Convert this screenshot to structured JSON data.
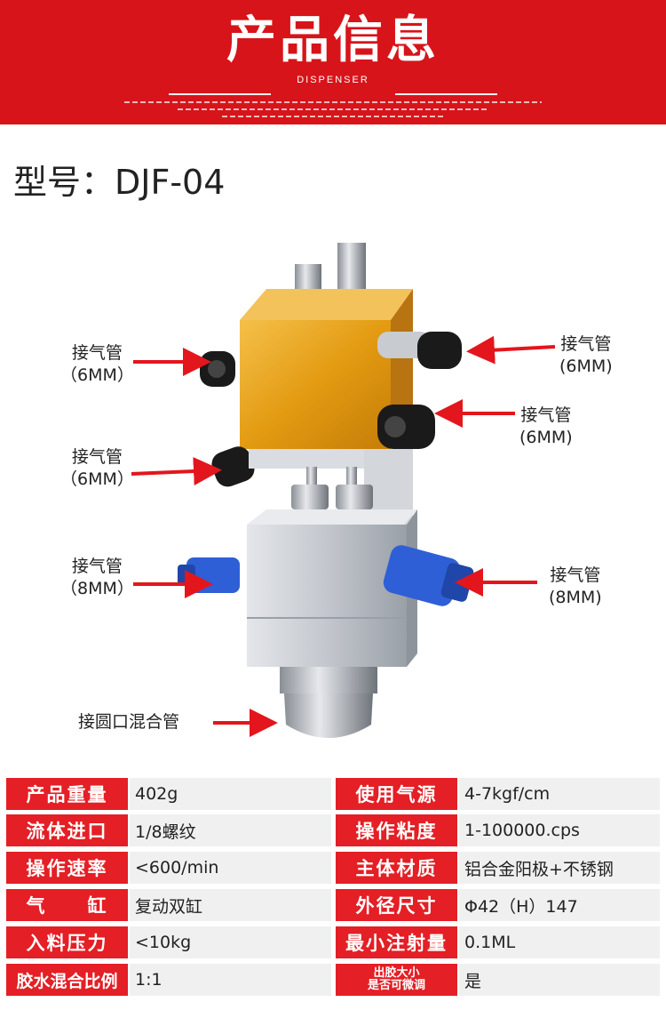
{
  "header": {
    "title": "产品信息",
    "subtitle": "DISPENSER"
  },
  "model": {
    "label": "型号：DJF-04"
  },
  "callouts": [
    {
      "line1": "接气管",
      "line2": "（6MM）"
    },
    {
      "line1": "接气管",
      "line2": "(6MM)"
    },
    {
      "line1": "接气管",
      "line2": "(6MM)"
    },
    {
      "line1": "接气管",
      "line2": "（6MM）"
    },
    {
      "line1": "接气管",
      "line2": "（8MM）"
    },
    {
      "line1": "接气管",
      "line2": "(8MM)"
    },
    {
      "line1": "接圆口混合管",
      "line2": ""
    }
  ],
  "specs": {
    "rows": [
      {
        "label_left": "产品重量",
        "value_left": "402g",
        "label_right": "使用气源",
        "value_right": "4-7kgf/cm"
      },
      {
        "label_left": "流体进口",
        "value_left": "1/8螺纹",
        "label_right": "操作粘度",
        "value_right": "1-100000.cps"
      },
      {
        "label_left": "操作速率",
        "value_left": "<600/min",
        "label_right": "主体材质",
        "value_right": "铝合金阳极+不锈钢"
      },
      {
        "label_left": "气　　缸",
        "value_left": "复动双缸",
        "label_right": "外径尺寸",
        "value_right": "Φ42（H）147"
      },
      {
        "label_left": "入料压力",
        "value_left": "<10kg",
        "label_right": "最小注射量",
        "value_right": "0.1ML"
      },
      {
        "label_left": "胶水混合比例",
        "value_left": "1:1",
        "label_right_l1": "出胶大小",
        "label_right_l2": "是否可微调",
        "value_right": "是"
      }
    ]
  },
  "colors": {
    "brand_red": "#d7141a",
    "label_red": "#e41f25",
    "arrow_red": "#e3161d",
    "gold_block": "#e8a21a",
    "aluminum": "#c9ccd1",
    "fitting_blue": "#2e5fd6"
  }
}
